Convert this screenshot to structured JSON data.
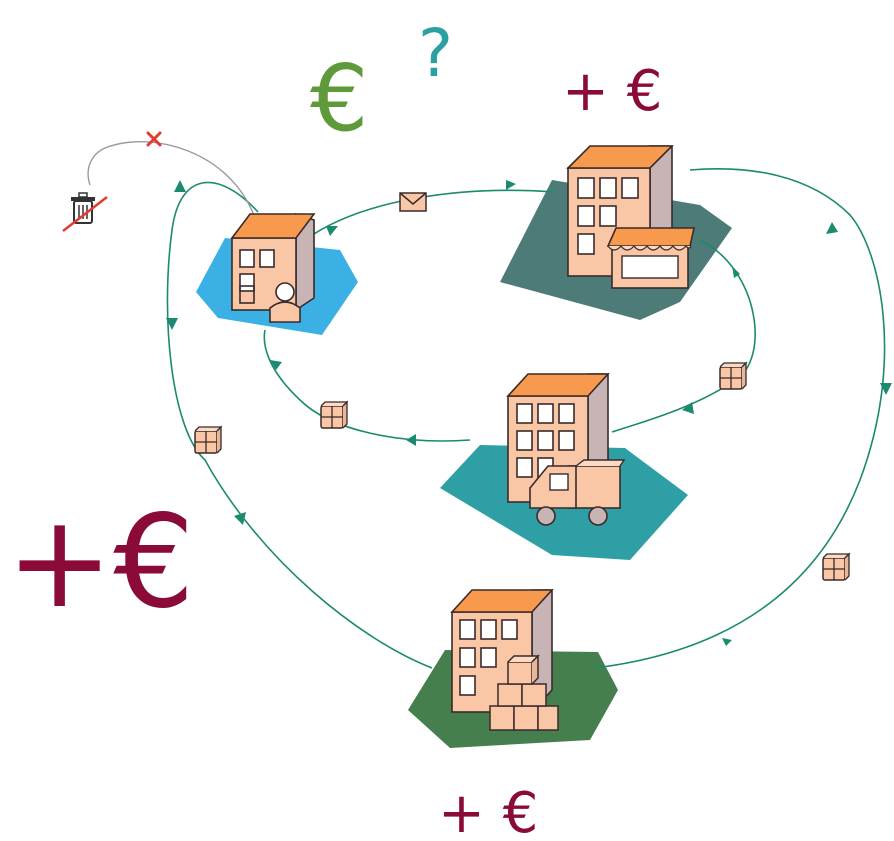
{
  "labels": {
    "euro_question": "€",
    "question_mark": "?",
    "plus_euro_top": "+ €",
    "plus_euro_left": "+€",
    "plus_euro_bottom": "+ €"
  },
  "colors": {
    "flow_line": "#1b8a6e",
    "waste_line": "#9a9a9a",
    "euro_green": "#5f9a3a",
    "question_teal": "#2aa1a0",
    "profit_maroon": "#8a0a3a",
    "building_front": "#f9c7a5",
    "building_roof": "#f79a4d",
    "building_side": "#c8b3b5",
    "zone_consumer": "#3bb0e4",
    "zone_shop": "#4d7c78",
    "zone_logistics": "#2f9fa6",
    "zone_warehouse": "#457f4e"
  },
  "nodes": [
    {
      "id": "consumer",
      "icon": "person-icon"
    },
    {
      "id": "shop",
      "icon": "shop-awning-icon"
    },
    {
      "id": "logistics",
      "icon": "delivery-truck-icon"
    },
    {
      "id": "warehouse",
      "icon": "stacked-boxes-icon"
    }
  ],
  "flow_icons": [
    "envelope-icon",
    "package-icon",
    "trash-bin-icon",
    "cross-mark-icon"
  ]
}
